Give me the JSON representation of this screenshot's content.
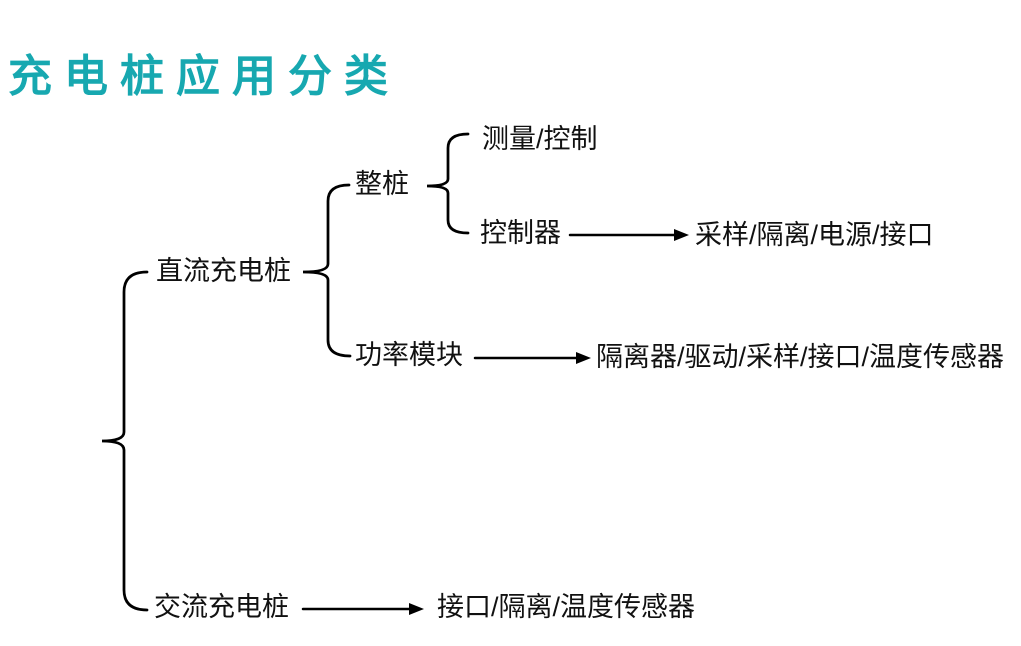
{
  "title": "充电桩应用分类",
  "colors": {
    "title_accent": "#17a8b0",
    "line": "#000000",
    "text": "#111111",
    "background": "#ffffff"
  },
  "tree": {
    "branches": [
      {
        "label": "直流充电桩",
        "children": [
          {
            "label": "整桩",
            "children": [
              {
                "label": "测量/控制"
              },
              {
                "label": "控制器",
                "arrow_to": "采样/隔离/电源/接口"
              }
            ]
          },
          {
            "label": "功率模块",
            "arrow_to": "隔离器/驱动/采样/接口/温度传感器"
          }
        ]
      },
      {
        "label": "交流充电桩",
        "arrow_to": "接口/隔离/温度传感器"
      }
    ]
  }
}
